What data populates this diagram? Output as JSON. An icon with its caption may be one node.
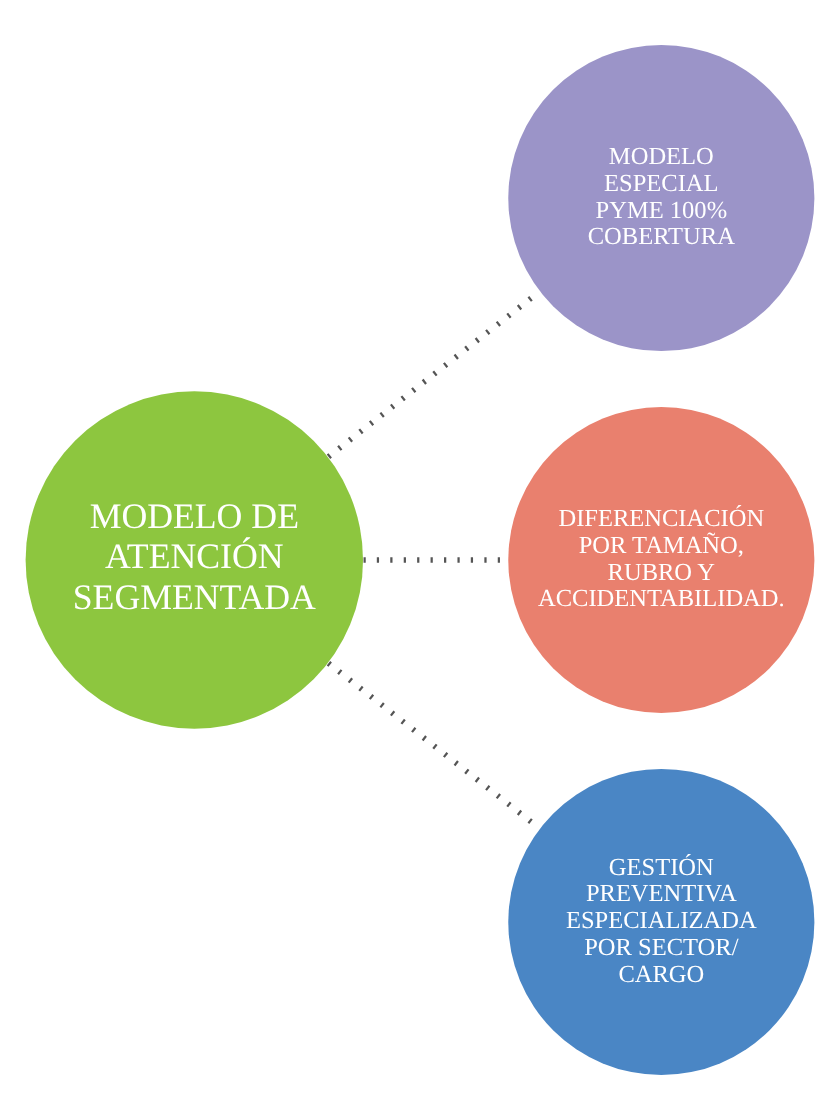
{
  "diagram": {
    "nodes": [
      {
        "text": [
          "MODELO DE ATENCIÓN SEGMENTADA"
        ]
      },
      {
        "text": [
          "MODELO ESPECIAL PYME 100% COBERTURA"
        ]
      },
      {
        "text": [
          "DIFERENCIACIÓN POR TAMAÑO, RUBRO Y ACCIDENTABILIDAD."
        ]
      },
      {
        "text": [
          "GESTIÓN PREVENTIVA ESPECIALIZADA POR SECTOR/ CARGO"
        ]
      }
    ],
    "edges": [
      {
        "from": 0,
        "to": 1,
        "arrow": "none",
        "style": "dashed",
        "color": "#555555"
      },
      {
        "from": 0,
        "to": 2,
        "arrow": "none",
        "style": "dashed",
        "color": "#555555"
      },
      {
        "from": 0,
        "to": 3,
        "arrow": "none",
        "style": "dashed",
        "color": "#555555"
      }
    ]
  }
}
